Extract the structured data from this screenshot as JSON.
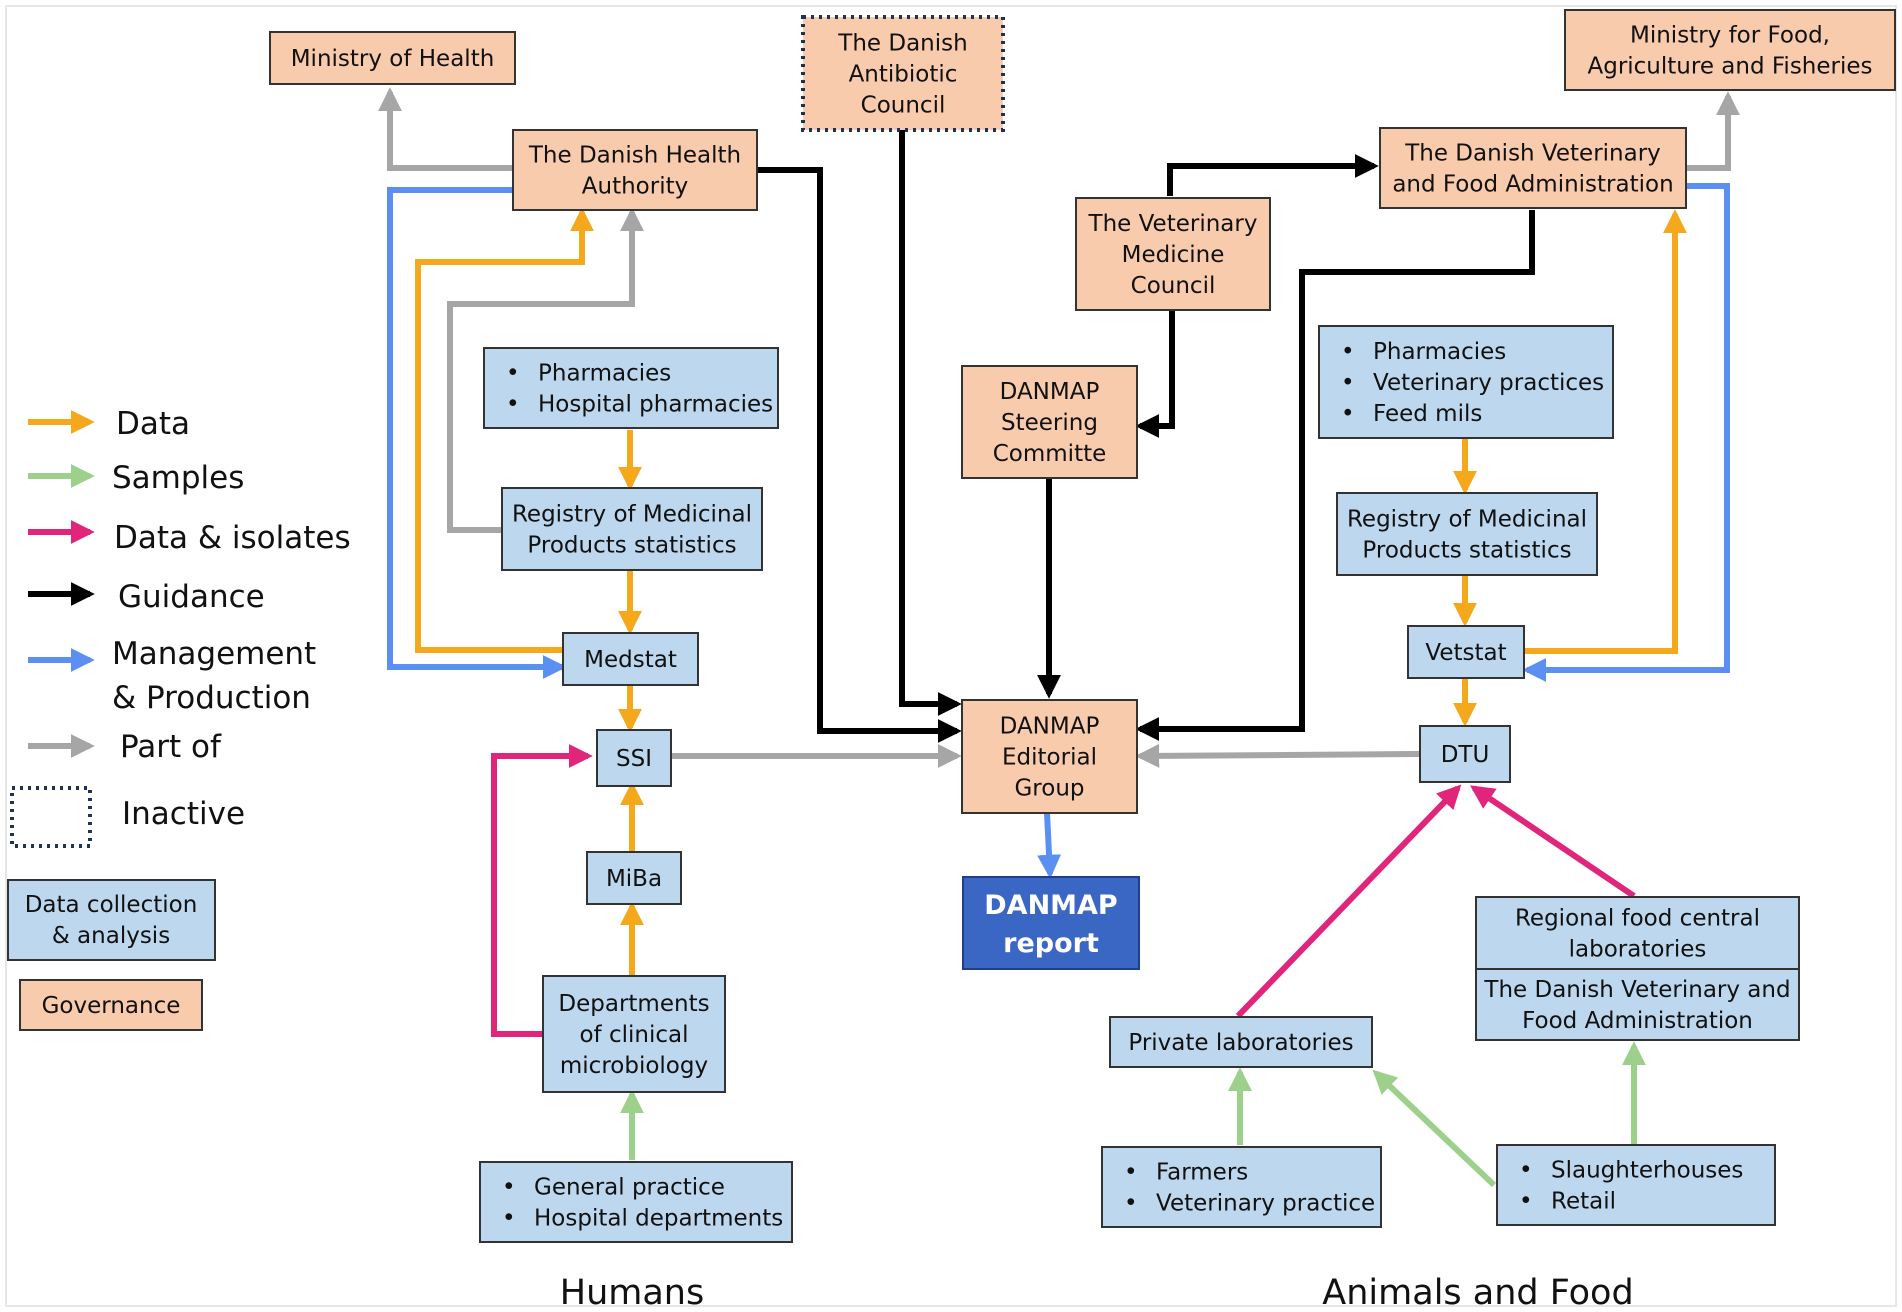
{
  "colors": {
    "data": "#f5a81c",
    "samples": "#9dd08a",
    "data_isolates": "#e0257a",
    "guidance": "#000000",
    "management": "#5b8ff2",
    "part_of": "#a6a6a6",
    "collection_fill": "#bdd7ee",
    "governance_fill": "#f8cbad",
    "report_fill": "#3a66c4"
  },
  "legend": {
    "data": "Data",
    "samples": "Samples",
    "data_isolates": "Data & isolates",
    "guidance": "Guidance",
    "management_1": "Management",
    "management_2": "& Production",
    "part_of": "Part of",
    "inactive": "Inactive",
    "collection_1": "Data collection",
    "collection_2": "& analysis",
    "governance": "Governance"
  },
  "boxes": {
    "ministry_health": [
      "Ministry of Health"
    ],
    "health_authority": [
      "The Danish Health",
      "Authority"
    ],
    "antibiotic_council": [
      "The Danish",
      "Antibiotic",
      "Council"
    ],
    "ministry_food": [
      "Ministry for Food,",
      "Agriculture and Fisheries"
    ],
    "vet_food_admin": [
      "The Danish Veterinary",
      "and Food Administration"
    ],
    "vet_medicine_council": [
      "The Veterinary",
      "Medicine",
      "Council"
    ],
    "steering_committee": [
      "DANMAP",
      "Steering",
      "Committe"
    ],
    "editorial_group": [
      "DANMAP",
      "Editorial",
      "Group"
    ],
    "report": [
      "DANMAP",
      "report"
    ],
    "pharmacies_humans": [
      "Pharmacies",
      "Hospital pharmacies"
    ],
    "registry_humans": [
      "Registry of Medicinal",
      "Products statistics"
    ],
    "medstat": [
      "Medstat"
    ],
    "ssi": [
      "SSI"
    ],
    "miba": [
      "MiBa"
    ],
    "dcm": [
      "Departments",
      "of clinical",
      "microbiology"
    ],
    "general_practice": [
      "General practice",
      "Hospital departments"
    ],
    "pharmacies_animals": [
      "Pharmacies",
      "Veterinary practices",
      "Feed mils"
    ],
    "registry_animals": [
      "Registry of Medicinal",
      "Products statistics"
    ],
    "vetstat": [
      "Vetstat"
    ],
    "dtu": [
      "DTU"
    ],
    "regional_labs": [
      "Regional food central",
      "laboratories"
    ],
    "dvfa_labs": [
      "The Danish Veterinary and",
      "Food Administration"
    ],
    "private_labs": [
      "Private laboratories"
    ],
    "farmers": [
      "Farmers",
      "Veterinary practice"
    ],
    "slaughterhouses": [
      "Slaughterhouses",
      "Retail"
    ]
  },
  "sections": {
    "humans": "Humans",
    "animals_food": "Animals and Food"
  }
}
